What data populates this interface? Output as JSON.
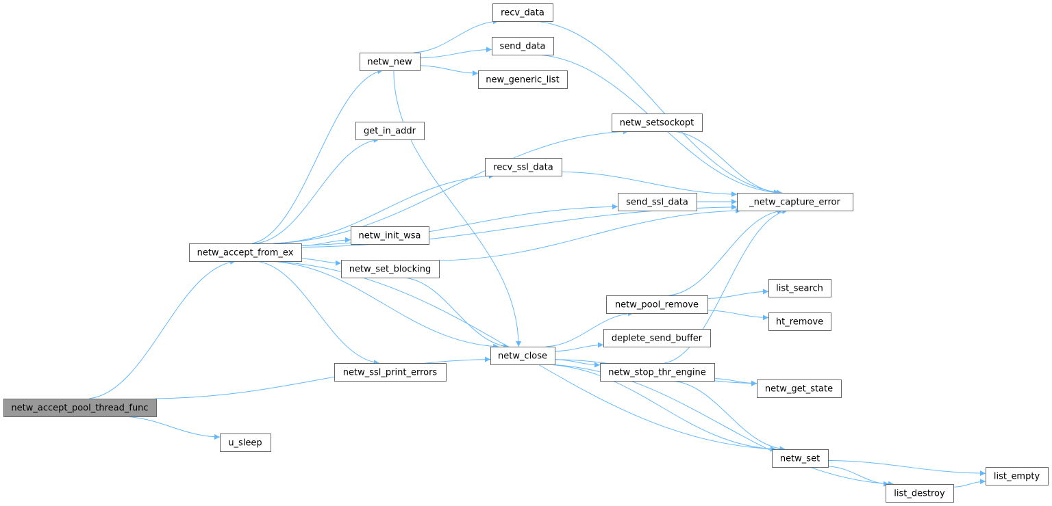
{
  "graph": {
    "edge_color": "#63b8ff",
    "root_fill": "#999999",
    "nodes": {
      "pool": {
        "label": "netw_accept_pool_thread_func",
        "root": true
      },
      "u_sleep": {
        "label": "u_sleep"
      },
      "accept": {
        "label": "netw_accept_from_ex"
      },
      "netw_new": {
        "label": "netw_new"
      },
      "recv_data": {
        "label": "recv_data"
      },
      "send_data": {
        "label": "send_data"
      },
      "new_generic_list": {
        "label": "new_generic_list"
      },
      "setsockopt": {
        "label": "netw_setsockopt"
      },
      "get_in_addr": {
        "label": "get_in_addr"
      },
      "recv_ssl": {
        "label": "recv_ssl_data"
      },
      "send_ssl": {
        "label": "send_ssl_data"
      },
      "capture": {
        "label": "_netw_capture_error"
      },
      "init_wsa": {
        "label": "netw_init_wsa"
      },
      "set_blocking": {
        "label": "netw_set_blocking"
      },
      "pool_remove": {
        "label": "netw_pool_remove"
      },
      "list_search": {
        "label": "list_search"
      },
      "ht_remove": {
        "label": "ht_remove"
      },
      "deplete": {
        "label": "deplete_send_buffer"
      },
      "close": {
        "label": "netw_close"
      },
      "stop_thr": {
        "label": "netw_stop_thr_engine"
      },
      "ssl_print": {
        "label": "netw_ssl_print_errors"
      },
      "get_state": {
        "label": "netw_get_state"
      },
      "netw_set": {
        "label": "netw_set"
      },
      "list_empty": {
        "label": "list_empty"
      },
      "list_destroy": {
        "label": "list_destroy"
      }
    },
    "edges": [
      [
        "pool",
        "accept"
      ],
      [
        "pool",
        "close"
      ],
      [
        "pool",
        "u_sleep"
      ],
      [
        "accept",
        "netw_new"
      ],
      [
        "accept",
        "setsockopt"
      ],
      [
        "accept",
        "get_in_addr"
      ],
      [
        "accept",
        "recv_ssl"
      ],
      [
        "accept",
        "send_ssl"
      ],
      [
        "accept",
        "init_wsa"
      ],
      [
        "accept",
        "set_blocking"
      ],
      [
        "accept",
        "capture"
      ],
      [
        "accept",
        "close"
      ],
      [
        "accept",
        "ssl_print"
      ],
      [
        "accept",
        "netw_set"
      ],
      [
        "netw_new",
        "recv_data"
      ],
      [
        "netw_new",
        "send_data"
      ],
      [
        "netw_new",
        "new_generic_list"
      ],
      [
        "netw_new",
        "close"
      ],
      [
        "recv_data",
        "capture"
      ],
      [
        "send_data",
        "capture"
      ],
      [
        "setsockopt",
        "capture"
      ],
      [
        "recv_ssl",
        "capture"
      ],
      [
        "send_ssl",
        "capture"
      ],
      [
        "set_blocking",
        "capture"
      ],
      [
        "set_blocking",
        "close"
      ],
      [
        "close",
        "pool_remove"
      ],
      [
        "close",
        "deplete"
      ],
      [
        "close",
        "stop_thr"
      ],
      [
        "close",
        "get_state"
      ],
      [
        "close",
        "netw_set"
      ],
      [
        "close",
        "list_destroy"
      ],
      [
        "pool_remove",
        "capture"
      ],
      [
        "pool_remove",
        "list_search"
      ],
      [
        "pool_remove",
        "ht_remove"
      ],
      [
        "stop_thr",
        "capture"
      ],
      [
        "stop_thr",
        "get_state"
      ],
      [
        "stop_thr",
        "netw_set"
      ],
      [
        "netw_set",
        "list_empty"
      ],
      [
        "netw_set",
        "list_destroy"
      ],
      [
        "list_destroy",
        "list_empty"
      ]
    ]
  }
}
